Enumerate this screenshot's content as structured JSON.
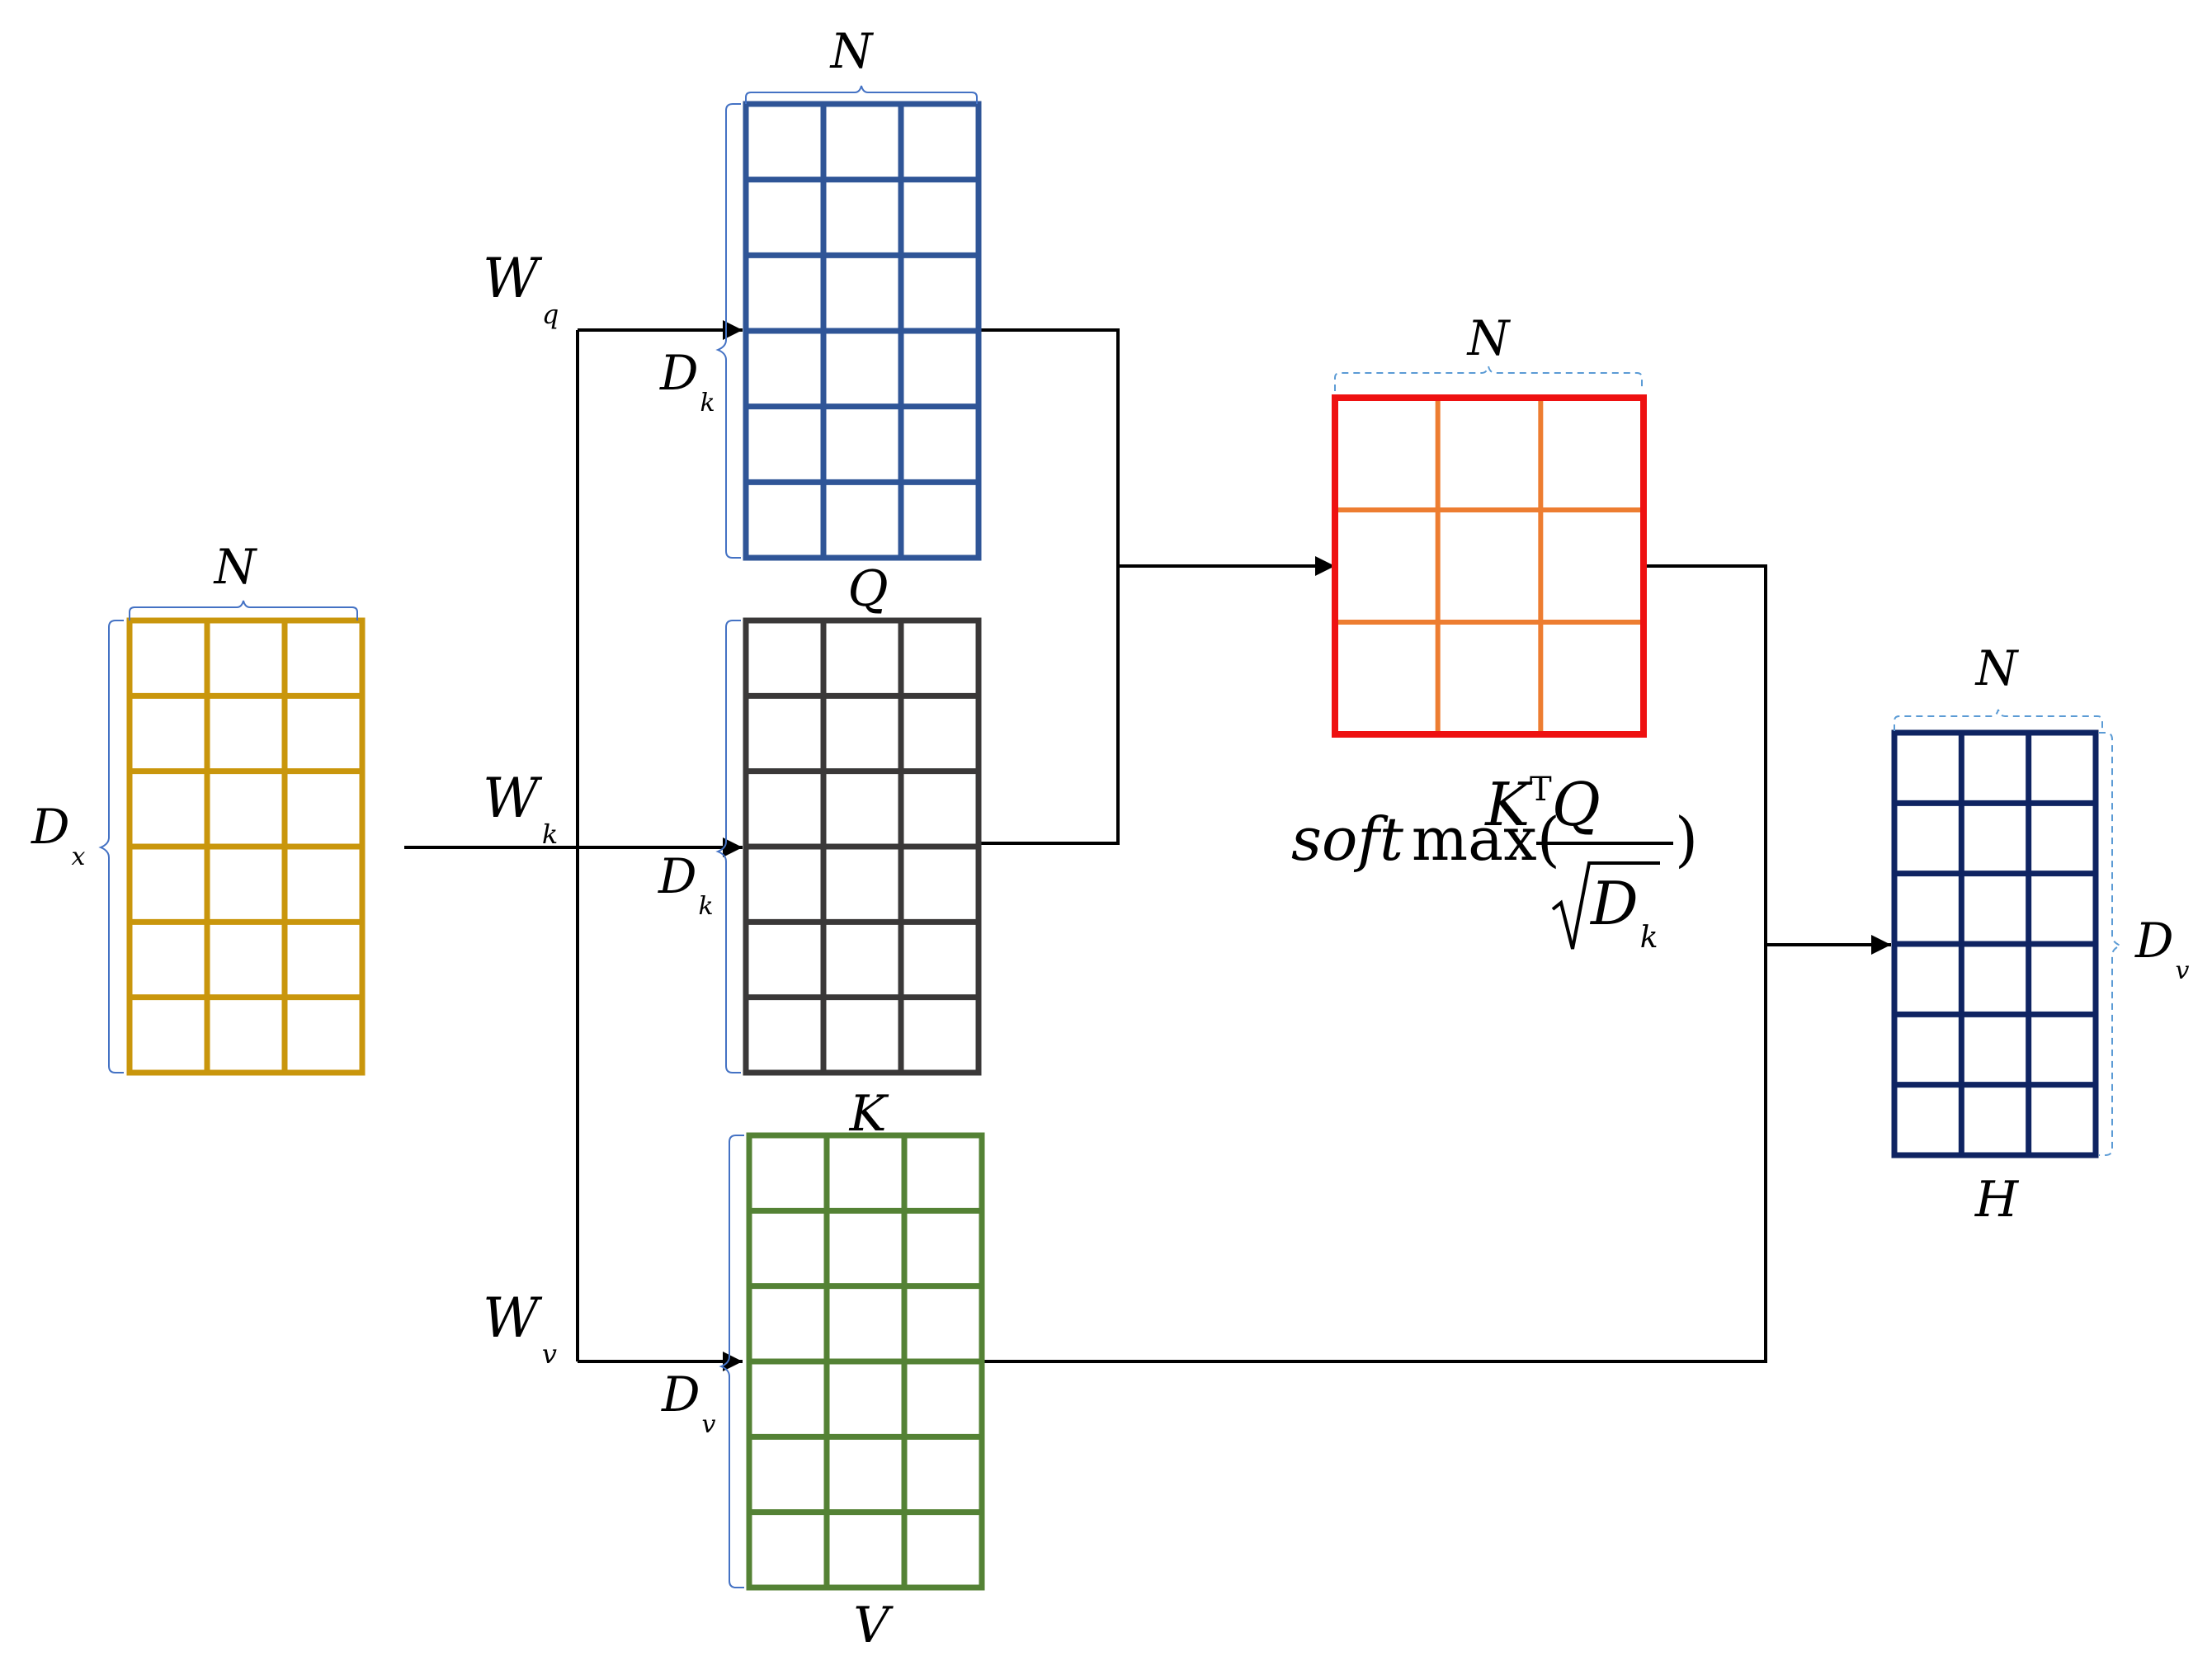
{
  "colors": {
    "x_matrix": "#C9960C",
    "q_matrix": "#2F5597",
    "k_matrix": "#3A3838",
    "v_matrix": "#548235",
    "attn_border": "#EE1111",
    "attn_grid": "#ED7D31",
    "h_matrix": "#0F2462",
    "brace_solid": "#4472C4",
    "brace_dashed": "#5B9BD5",
    "arrow": "#000000"
  },
  "x_matrix": {
    "col_label": "N",
    "row_label_main": "D",
    "row_label_sub": "x"
  },
  "weights": {
    "q": {
      "main": "W",
      "sub": "q"
    },
    "k": {
      "main": "W",
      "sub": "k"
    },
    "v": {
      "main": "W",
      "sub": "v"
    }
  },
  "q_matrix": {
    "name": "Q",
    "col_label": "N",
    "row_label_main": "D",
    "row_label_sub": "k"
  },
  "k_matrix": {
    "name": "K",
    "row_label_main": "D",
    "row_label_sub": "k"
  },
  "v_matrix": {
    "name": "V",
    "row_label_main": "D",
    "row_label_sub": "v"
  },
  "attention": {
    "col_label": "N",
    "formula": {
      "prefix_italic": "soft",
      "prefix_upright": "max(",
      "numerator_k": "K",
      "numerator_sup": "T",
      "numerator_q": "Q",
      "denominator_main": "D",
      "denominator_sub": "k",
      "suffix": ")"
    }
  },
  "h_matrix": {
    "name": "H",
    "col_label": "N",
    "row_label_main": "D",
    "row_label_sub": "v"
  }
}
